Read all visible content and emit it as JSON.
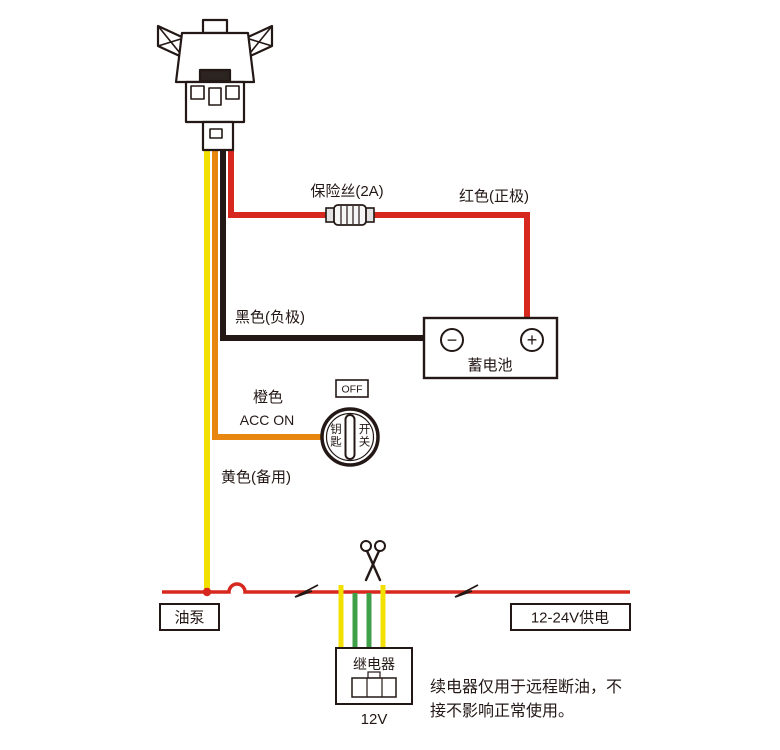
{
  "colors": {
    "red": "#d7281f",
    "black": "#231815",
    "orange": "#e8870f",
    "yellow": "#f2e000",
    "green": "#3fa047",
    "note_text": "#3d3d3d"
  },
  "wires": {
    "red": {
      "label": "红色(正极)"
    },
    "black": {
      "label": "黑色(负极)"
    },
    "orange": {
      "label": "橙色",
      "sublabel": "ACC ON"
    },
    "yellow": {
      "label": "黄色(备用)"
    }
  },
  "fuse": {
    "label": "保险丝(2A)"
  },
  "battery": {
    "label": "蓄电池",
    "minus": "−",
    "plus": "+"
  },
  "ignition": {
    "off": "OFF",
    "left": "钥匙",
    "right": "开关"
  },
  "fuel_line": {
    "pump": "油泵",
    "supply": "12-24V供电"
  },
  "relay": {
    "label": "继电器",
    "voltage": "12V"
  },
  "note": {
    "line1": "续电器仅用于远程断油，不",
    "line2": "接不影响正常使用。"
  }
}
